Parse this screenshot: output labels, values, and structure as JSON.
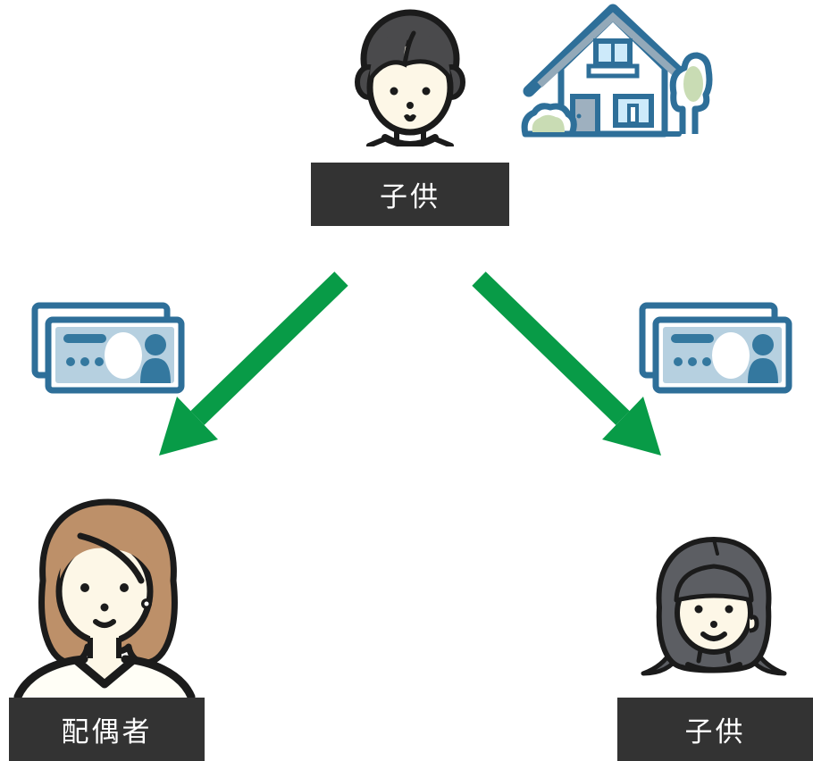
{
  "diagram": {
    "type": "inheritance-flow",
    "background": "#ffffff"
  },
  "labels": {
    "top": {
      "text": "子供",
      "bg": "#333333",
      "color": "#ffffff"
    },
    "left": {
      "text": "配偶者",
      "bg": "#333333",
      "color": "#ffffff"
    },
    "right": {
      "text": "子供",
      "bg": "#333333",
      "color": "#ffffff"
    }
  },
  "icons": {
    "top_person": "child-face-icon",
    "top_asset": "house-icon",
    "left_money": "banknotes-icon",
    "right_money": "banknotes-icon",
    "left_person": "woman-face-icon",
    "right_person": "girl-face-icon"
  },
  "arrows": {
    "color": "#089b47",
    "left_direction": "down-left",
    "right_direction": "down-right"
  },
  "palette": {
    "ink": "#1b1b1b",
    "skin": "#fdf7e7",
    "boy_hair": "#4a4a4c",
    "woman_hair": "#bd9069",
    "girl_hair": "#5c5e63",
    "outline_blue": "#2e6f99",
    "banknote_fill": "#b6d0e0",
    "banknote_detail": "#34789f",
    "roof_gray": "#93a9b9",
    "window_blue": "#cdeafa",
    "door_gray": "#9eb0bf",
    "bush_green": "#c9dcb4",
    "label_bg": "#333333",
    "arrow_green": "#089b47"
  }
}
